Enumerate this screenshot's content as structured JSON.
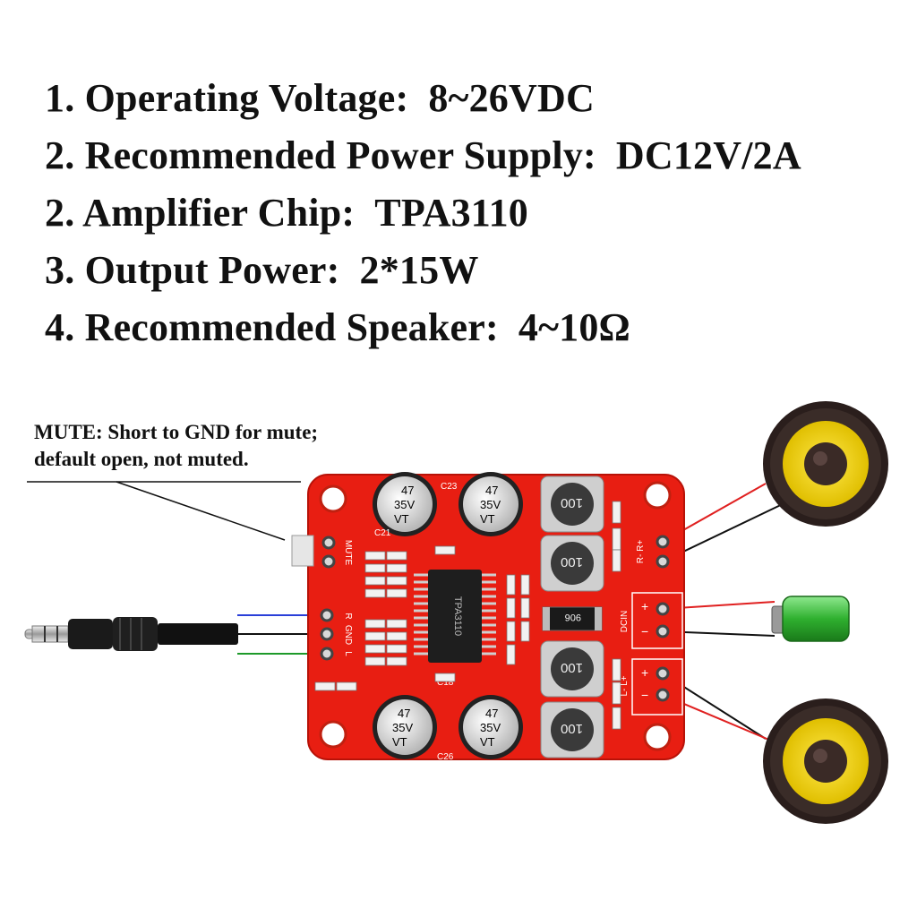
{
  "specs": [
    {
      "label": "1. Operating Voltage:",
      "value": "8~26VDC"
    },
    {
      "label": "2. Recommended Power Supply:",
      "value": "DC12V/2A"
    },
    {
      "label": "2. Amplifier Chip:",
      "value": "TPA3110"
    },
    {
      "label": "3. Output Power:",
      "value": "2*15W"
    },
    {
      "label": "4. Recommended Speaker:",
      "value": "4~10Ω"
    }
  ],
  "mute_note": {
    "line1": "MUTE: Short to GND for mute;",
    "line2": "default open, not muted."
  },
  "board": {
    "capacitor_text": [
      "47",
      "35V",
      "VT"
    ],
    "inductor_text": "100",
    "resistor_text": "906",
    "labels": {
      "mute": "MUTE",
      "audio_r": "R",
      "audio_gnd": "GND",
      "audio_l": "L",
      "dc_in": "DCIN",
      "right_speaker": "R- R+",
      "left_speaker": "L- L+",
      "plus": "+",
      "minus": "−",
      "c23": "C23",
      "c21": "C21",
      "c18": "C18",
      "c26": "C26",
      "chip": "TPA3110"
    }
  },
  "colors": {
    "board": "#e81e12",
    "wire_red": "#e02020",
    "wire_black": "#111111",
    "wire_blue": "#2a3fd8",
    "wire_green": "#1e9a2a",
    "speaker_cone": "#f2d600",
    "battery": "#3cc23c"
  }
}
